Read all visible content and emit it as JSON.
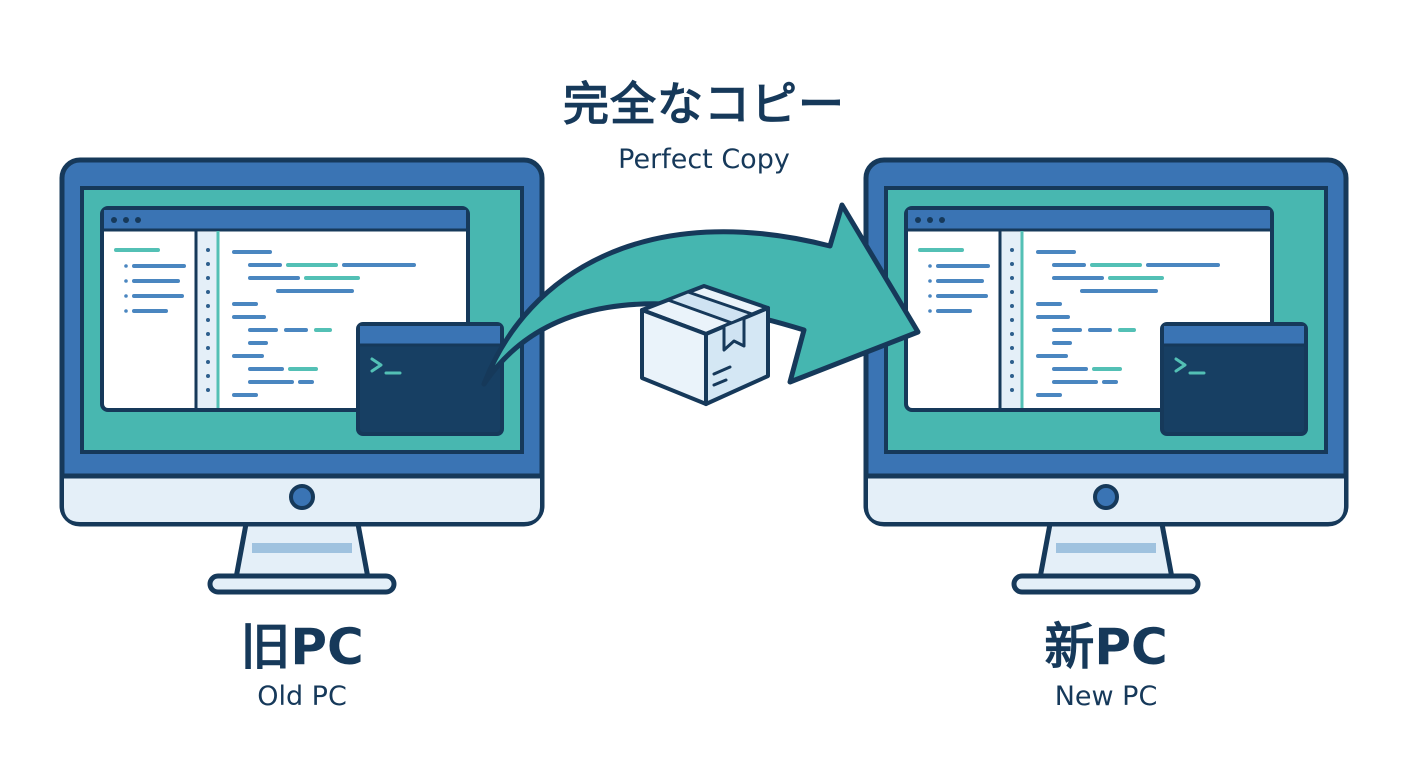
{
  "heading": {
    "title": "完全なコピー",
    "subtitle": "Perfect Copy"
  },
  "old_pc": {
    "label": "旧PC",
    "sublabel": "Old PC"
  },
  "new_pc": {
    "label": "新PC",
    "sublabel": "New PC"
  },
  "terminal_prompt": ">_",
  "icons": [
    "monitor-icon",
    "code-editor-window",
    "terminal-icon",
    "curved-arrow-icon",
    "package-box-icon"
  ],
  "colors": {
    "navy": "#16395a",
    "monitor_blue": "#3a74b4",
    "screen_teal": "#48b7b0",
    "arrow_teal": "#45b6b0",
    "stand_light": "#e4eff8",
    "code_blue": "#4a86c0",
    "code_teal": "#53c0b5",
    "terminal_bg": "#173f63",
    "box_face": "#eaf3fa",
    "tape": "#cfe3f2"
  }
}
